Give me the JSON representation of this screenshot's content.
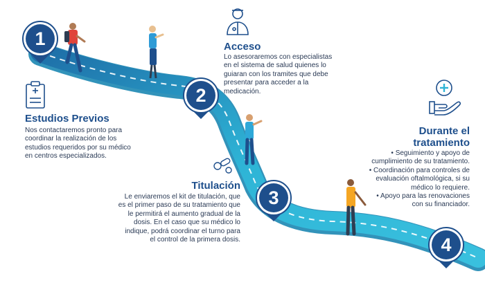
{
  "colors": {
    "accent": "#1f5a94",
    "road": "#2eb4d6",
    "road_dark": "#1c87b3",
    "pin": "#1e4f8c"
  },
  "steps": [
    {
      "number": "1",
      "icon": "clipboard-icon",
      "title": "Estudios Previos",
      "text": "Nos contactaremos pronto para coordinar la realización de los estudios requeridos por su médico en centros especializados."
    },
    {
      "number": "2",
      "icon": "doctor-icon",
      "title": "Acceso",
      "text": "Lo asesoraremos con especialistas en el sistema de salud quienes lo guiaran con los tramites que debe presentar para acceder a la medicación."
    },
    {
      "number": "3",
      "icon": "pills-icon",
      "title": "Titulación",
      "text": "Le enviaremos el kit de titulación, que es el primer paso de su tratamiento que le permitirá el aumento gradual de la dosis. En el caso que su médico lo indique, podrá coordinar el turno para el control de la primera dosis."
    },
    {
      "number": "4",
      "icon": "hand-care-icon",
      "title": "Durante el tratamiento",
      "bullets": [
        "• Seguimiento y apoyo de cumplimiento de su tratamiento.",
        "• Coordinación para controles de evaluación oftalmológica, si su médico lo requiere.",
        "• Apoyo para las renovaciones con su financiador."
      ]
    }
  ]
}
